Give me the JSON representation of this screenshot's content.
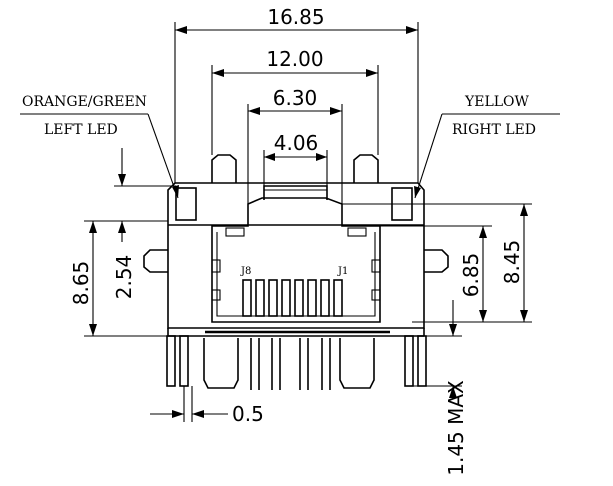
{
  "dimensions": {
    "overall_width": "16.85",
    "inner_width": "12.00",
    "opening_width": "6.30",
    "latch_width": "4.06",
    "body_height": "8.65",
    "led_offset": "2.54",
    "opening_height": "6.85",
    "total_height": "8.45",
    "pin_width": "0.5",
    "pin_standoff": "1.45 MAX"
  },
  "labels": {
    "left_led_line1": "ORANGE/GREEN",
    "left_led_line2": "LEFT LED",
    "right_led_line1": "YELLOW",
    "right_led_line2": "RIGHT LED",
    "pin_first": "J8",
    "pin_last": "J1"
  }
}
